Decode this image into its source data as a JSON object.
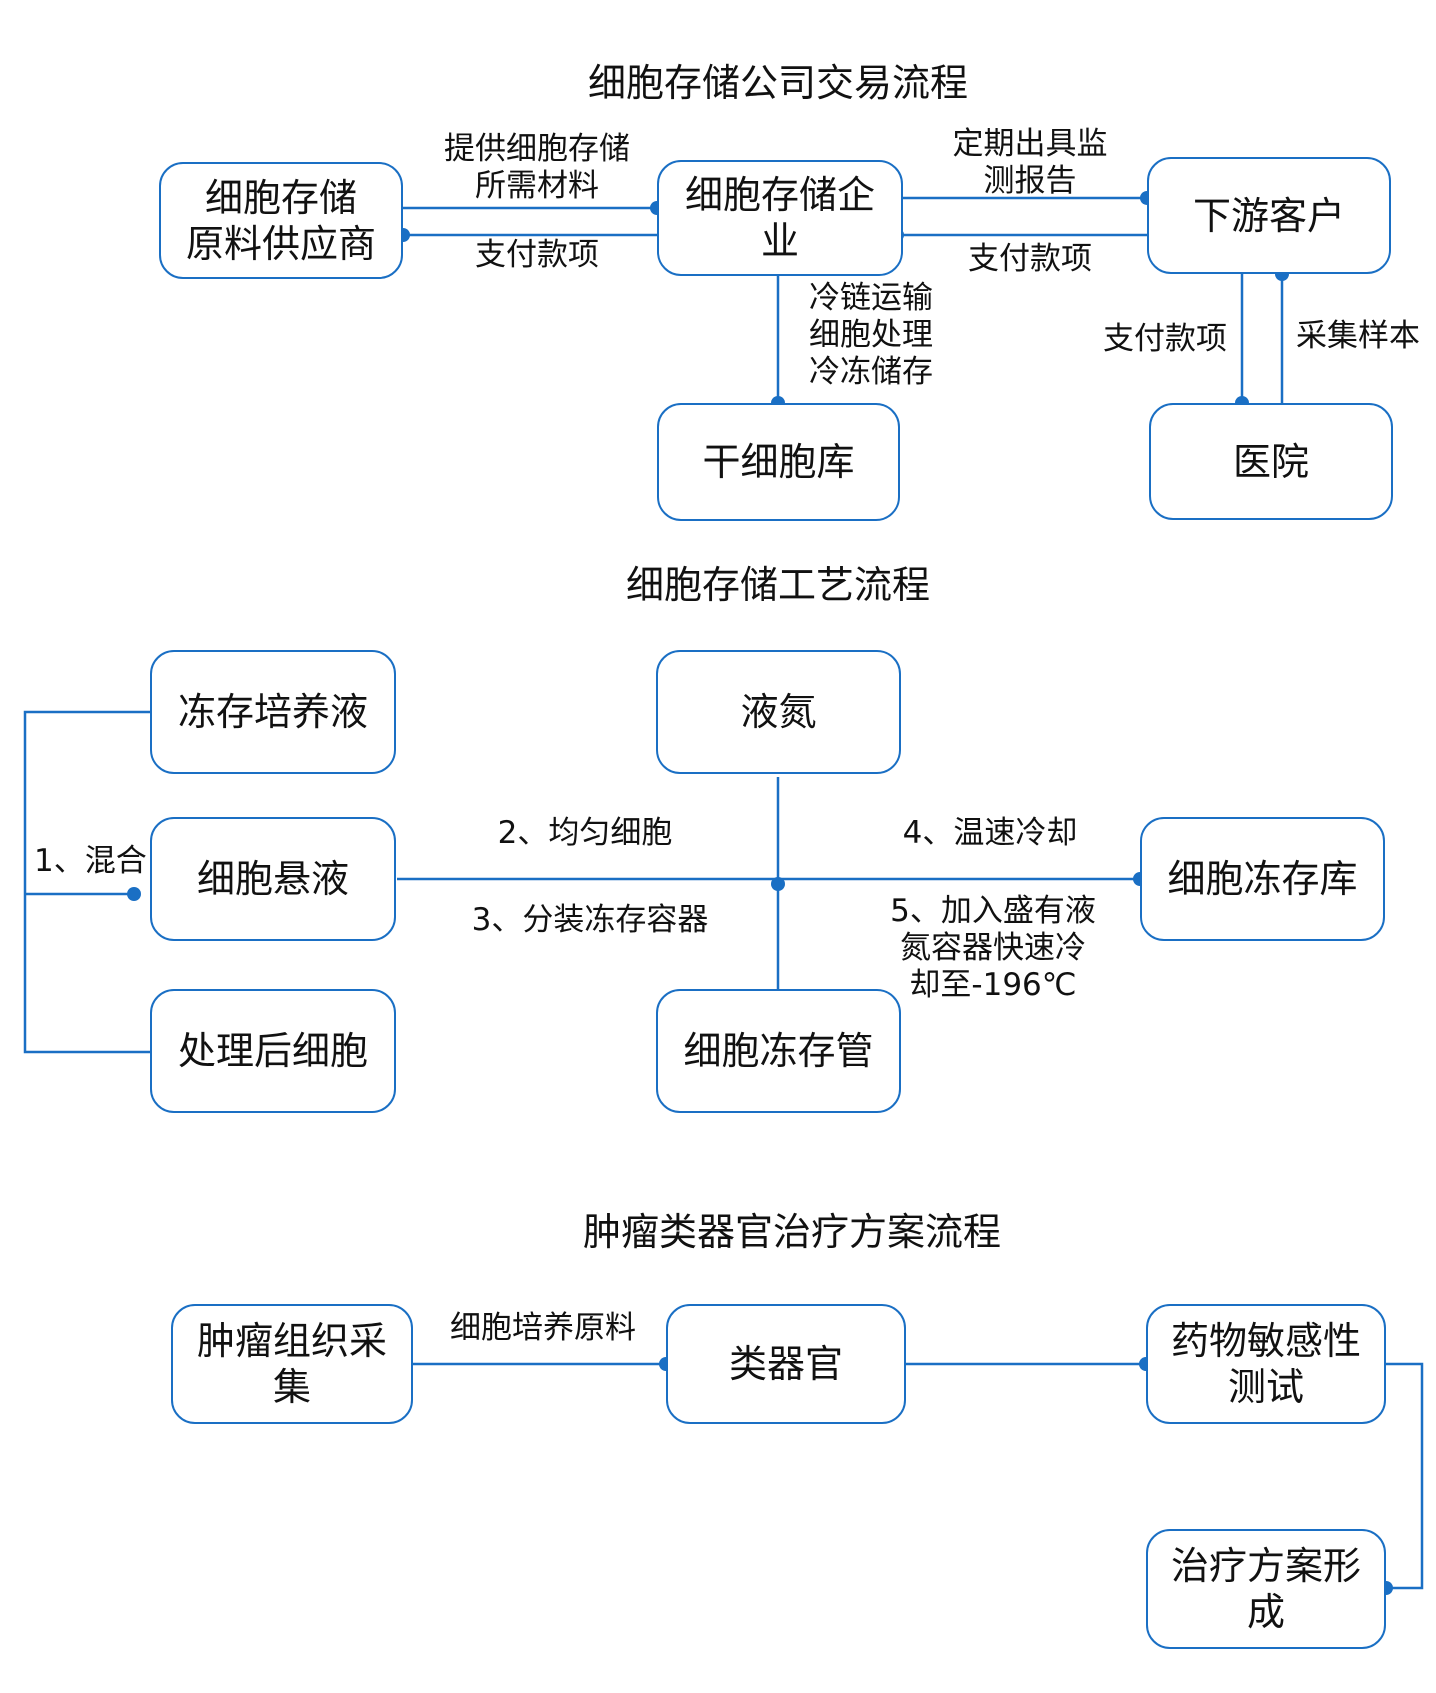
{
  "diagram1": {
    "title": "细胞存储公司交易流程",
    "nodes": {
      "supplier": "细胞存储\n原料供应商",
      "enterprise": "细胞存储企\n业",
      "downstream": "下游客户",
      "stemcell_bank": "干细胞库",
      "hospital": "医院"
    },
    "edges": {
      "materials": "提供细胞存储\n所需材料",
      "pay_supplier": "支付款项",
      "report": "定期出具监\n测报告",
      "pay_enterprise": "支付款项",
      "storage_ops": "冷链运输\n细胞处理\n冷冻储存",
      "pay_hospital": "支付款项",
      "sampling": "采集样本"
    }
  },
  "diagram2": {
    "title": "细胞存储工艺流程",
    "nodes": {
      "medium": "冻存培养液",
      "suspension": "细胞悬液",
      "processed": "处理后细胞",
      "liquid_nitrogen": "液氮",
      "tube": "细胞冻存管",
      "freezer": "细胞冻存库"
    },
    "edges": {
      "step1": "1、混合",
      "step2": "2、均匀细胞",
      "step3": "3、分装冻存容器",
      "step4": "4、温速冷却",
      "step5": "5、加入盛有液\n氮容器快速冷\n却至-196℃"
    }
  },
  "diagram3": {
    "title": "肿瘤类器官治疗方案流程",
    "nodes": {
      "tissue": "肿瘤组织采\n集",
      "organoid": "类器官",
      "drug_test": "药物敏感性\n测试",
      "plan": "治疗方案形\n成"
    },
    "edges": {
      "culture": "细胞培养原料"
    }
  },
  "colors": {
    "accent": "#1a6fc4"
  }
}
